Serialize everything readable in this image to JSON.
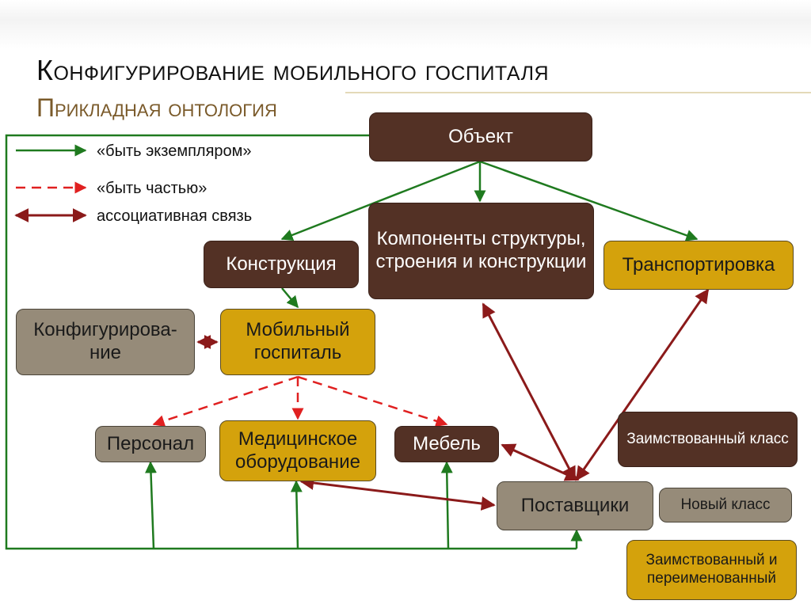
{
  "title": "Конфигурирование мобильного госпиталя",
  "subtitle": "Прикладная онтология",
  "legend": {
    "instance": "«быть экземпляром»",
    "part": "«быть частью»",
    "association": "ассоциативная связь"
  },
  "nodes": {
    "object": "Объект",
    "components": "Компоненты структуры, строения и конструкции",
    "construction": "Конструкция",
    "transport": "Транспортировка",
    "configuring": "Конфигурирова-ние",
    "hospital": "Мобильный госпиталь",
    "personnel": "Персонал",
    "equipment": "Медицинское оборудование",
    "furniture": "Мебель",
    "suppliers": "Поставщики"
  },
  "key": {
    "borrowed": "Заимствованный класс",
    "new_class": "Новый класс",
    "borrowed_renamed": "Заимствованный и переименованный"
  },
  "colors": {
    "instance_arrow": "#1f7a1f",
    "part_arrow": "#e02020",
    "association_arrow": "#8b1a1a",
    "borrowed": "#533125",
    "new_class": "#968b79",
    "borrowed_renamed": "#d4a20c"
  }
}
